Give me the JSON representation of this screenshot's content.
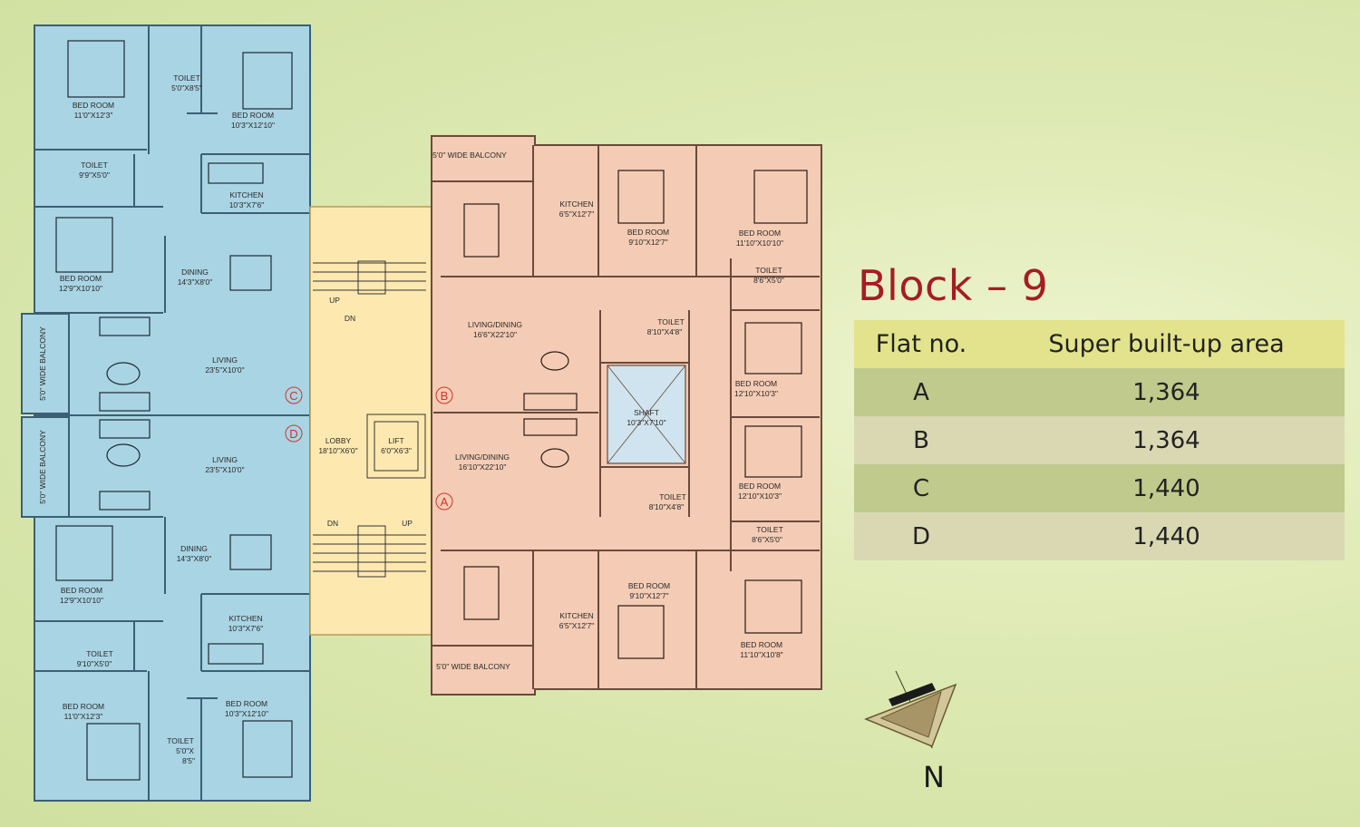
{
  "block_title": "Block – 9",
  "table": {
    "headers": [
      "Flat no.",
      "Super built-up area"
    ],
    "rows": [
      {
        "flat": "A",
        "area": "1,364"
      },
      {
        "flat": "B",
        "area": "1,364"
      },
      {
        "flat": "C",
        "area": "1,440"
      },
      {
        "flat": "D",
        "area": "1,440"
      }
    ]
  },
  "compass_label": "N",
  "colors": {
    "flats_c_d": "#a9d4e4",
    "flats_a_b": "#f4cbb4",
    "lobby": "#fde9b0",
    "title": "#a51d24"
  },
  "left_wing": {
    "bed1": {
      "name": "BED ROOM",
      "dim": "11'0\"X12'3\""
    },
    "toilet1": {
      "name": "TOILET",
      "dim": "5'0\"X8'5\""
    },
    "bed2": {
      "name": "BED ROOM",
      "dim": "10'3\"X12'10\""
    },
    "toilet2": {
      "name": "TOILET",
      "dim": "9'9\"X5'0\""
    },
    "kitchen1": {
      "name": "KITCHEN",
      "dim": "10'3\"X7'6\""
    },
    "bed3": {
      "name": "BED ROOM",
      "dim": "12'9\"X10'10\""
    },
    "dining1": {
      "name": "DINING",
      "dim": "14'3\"X8'0\""
    },
    "balcony1": "5'0\" WIDE BALCONY",
    "living1": {
      "name": "LIVING",
      "dim": "23'5\"X10'0\""
    },
    "balcony2": "5'0\" WIDE BALCONY",
    "living2": {
      "name": "LIVING",
      "dim": "23'5\"X10'0\""
    },
    "bed4": {
      "name": "BED ROOM",
      "dim": "12'9\"X10'10\""
    },
    "dining2": {
      "name": "DINING",
      "dim": "14'3\"X8'0\""
    },
    "kitchen2": {
      "name": "KITCHEN",
      "dim": "10'3\"X7'6\""
    },
    "toilet3": {
      "name": "TOILET",
      "dim": "9'10\"X5'0\""
    },
    "bed5": {
      "name": "BED ROOM",
      "dim": "11'0\"X12'3\""
    },
    "bed6": {
      "name": "BED ROOM",
      "dim": "10'3\"X12'10\""
    },
    "toilet4": {
      "name": "TOILET",
      "dim1": "5'0\"X",
      "dim2": "8'5\""
    }
  },
  "core": {
    "up_top": "UP",
    "dn_top": "DN",
    "lobby": {
      "name": "LOBBY",
      "dim": "18'10\"X6'0\""
    },
    "lift": {
      "name": "LIFT",
      "dim": "6'0\"X6'3\""
    },
    "dn_bottom": "DN",
    "up_bottom": "UP"
  },
  "right_wing": {
    "balcony_top": "5'0\" WIDE BALCONY",
    "kitchen1": {
      "name": "KITCHEN",
      "dim": "6'5\"X12'7\""
    },
    "bed1": {
      "name": "BED ROOM",
      "dim": "9'10\"X12'7\""
    },
    "bed2": {
      "name": "BED ROOM",
      "dim": "11'10\"X10'10\""
    },
    "toilet1": {
      "name": "TOILET",
      "dim": "8'6\"X5'0\""
    },
    "living_dining1": {
      "name": "LIVING/DINING",
      "dim": "16'6\"X22'10\""
    },
    "toilet2": {
      "name": "TOILET",
      "dim": "8'10\"X4'8\""
    },
    "bed3": {
      "name": "BED ROOM",
      "dim": "12'10\"X10'3\""
    },
    "shaft": {
      "name": "SHAFT",
      "dim": "10'3\"X7'10\""
    },
    "living_dining2": {
      "name": "LIVING/DINING",
      "dim": "16'10\"X22'10\""
    },
    "bed4": {
      "name": "BED ROOM",
      "dim": "12'10\"X10'3\""
    },
    "toilet3": {
      "name": "TOILET",
      "dim": "8'10\"X4'8\""
    },
    "toilet4": {
      "name": "TOILET",
      "dim": "8'6\"X5'0\""
    },
    "bed5": {
      "name": "BED ROOM",
      "dim": "9'10\"X12'7\""
    },
    "kitchen2": {
      "name": "KITCHEN",
      "dim": "6'5\"X12'7\""
    },
    "bed6": {
      "name": "BED ROOM",
      "dim": "11'10\"X10'8\""
    },
    "balcony_bottom": "5'0\" WIDE BALCONY"
  },
  "flat_tags": [
    "A",
    "B",
    "C",
    "D"
  ]
}
